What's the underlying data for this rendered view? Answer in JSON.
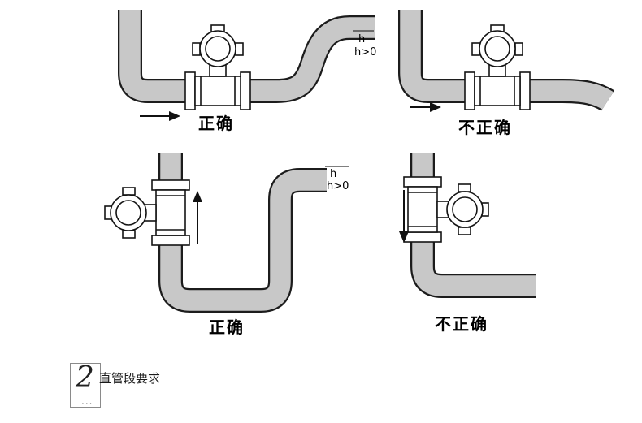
{
  "figure": {
    "panels": [
      {
        "id": "horizontal-correct",
        "verdict": "正确",
        "flow_direction": "right",
        "annotation": {
          "h": "h",
          "condition": "h>0"
        }
      },
      {
        "id": "horizontal-incorrect",
        "verdict": "不正确",
        "flow_direction": "right"
      },
      {
        "id": "vertical-correct",
        "verdict": "正确",
        "flow_direction": "up",
        "annotation": {
          "h": "h",
          "condition": "h>0"
        }
      },
      {
        "id": "vertical-incorrect",
        "verdict": "不正确",
        "flow_direction": "down"
      }
    ]
  },
  "section": {
    "number": "2",
    "title": "直管段要求",
    "ellipsis": "..."
  },
  "icons": {
    "flowmeter": "turbine-flowmeter-icon",
    "flow_arrow": "flow-direction-arrow-icon"
  },
  "colors": {
    "background": "#ffffff",
    "pipe_fill": "#c8c8c8",
    "pipe_outline": "#1c1c1c",
    "text": "#000000"
  }
}
